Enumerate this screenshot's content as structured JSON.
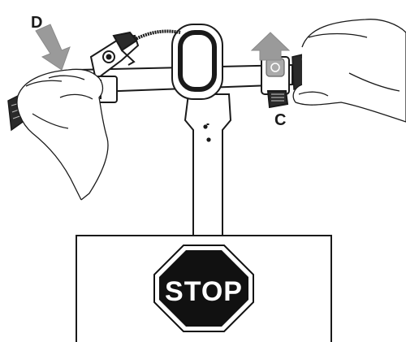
{
  "illustration": {
    "labels": {
      "brake_callout": "D",
      "throttle_callout": "C",
      "stop_sign": "STOP"
    },
    "icons": {
      "brake_press_arrow": "arrow-down-right-icon",
      "throttle_push_arrow": "arrow-up-icon",
      "stop_sign": "stop-sign-icon"
    },
    "colors": {
      "line": "#1a1a1a",
      "arrow_fill": "#9a9a9a",
      "stop_sign_fill": "#111111",
      "stop_sign_text": "#ffffff"
    }
  }
}
